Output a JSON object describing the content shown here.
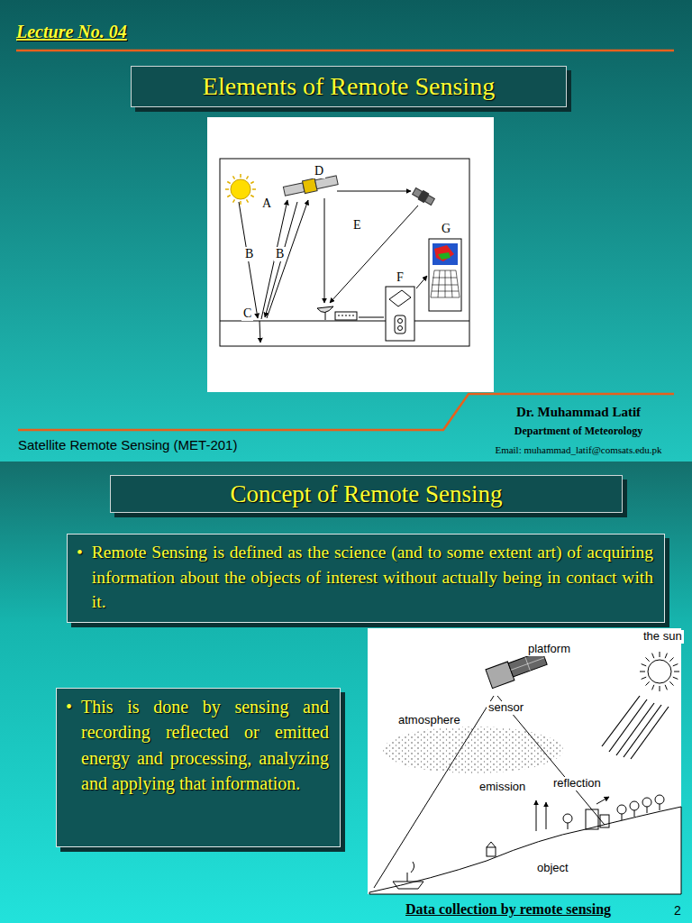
{
  "diagram": {
    "title": "Lecture No. 04",
    "caption": "Data collection by remote sensing",
    "nodes": [
      {
        "text": [
          "Elements of Remote Sensing"
        ]
      },
      {
        "text": [
          "Concept of Remote Sensing"
        ]
      },
      {
        "text": [
          "•",
          "Remote Sensing is defined as the science (and to some extent art) of acquiring information about the objects of interest without actually being in contact with it."
        ]
      },
      {
        "text": [
          "•",
          "This is done by sensing and recording reflected or emitted energy and processing, analyzing and applying that information."
        ]
      }
    ],
    "labels": [
      "A",
      "B",
      "B",
      "C",
      "D",
      "E",
      "F",
      "G",
      "Dr. Muhammad Latif",
      "Department of Meteorology",
      "Email: muhammad_latif@comsats.edu.pk",
      "Satellite Remote Sensing (MET-201)",
      "the sun",
      "platform",
      "sensor",
      "atmosphere",
      "emission",
      "reflection",
      "object",
      "2"
    ]
  }
}
